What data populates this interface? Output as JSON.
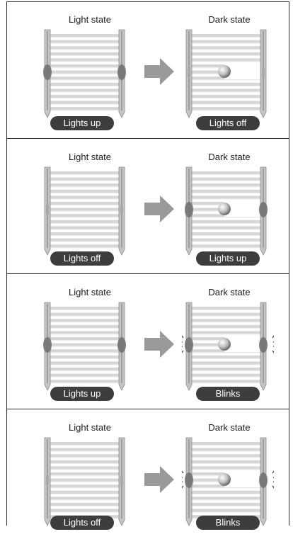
{
  "panels": [
    {
      "light_title": "Light state",
      "dark_title": "Dark state",
      "light_label": "Lights up",
      "dark_label": "Lights off",
      "light_indicator": "on",
      "dark_indicator": "off",
      "dark_blink": false
    },
    {
      "light_title": "Light state",
      "dark_title": "Dark state",
      "light_label": "Lights off",
      "dark_label": "Lights up",
      "light_indicator": "off",
      "dark_indicator": "on",
      "dark_blink": false
    },
    {
      "light_title": "Light state",
      "dark_title": "Dark state",
      "light_label": "Lights up",
      "dark_label": "Blinks",
      "light_indicator": "on",
      "dark_indicator": "blink",
      "dark_blink": true
    },
    {
      "light_title": "Light state",
      "dark_title": "Dark state",
      "light_label": "Lights off",
      "dark_label": "Blinks",
      "light_indicator": "off",
      "dark_indicator": "blink",
      "dark_blink": true
    }
  ],
  "colors": {
    "badge": "#3d3d3d",
    "beam": "#dcdcdc",
    "pole": "#bdbdbd",
    "indicator": "#7a7a7a",
    "arrow": "#9a9a9a"
  }
}
